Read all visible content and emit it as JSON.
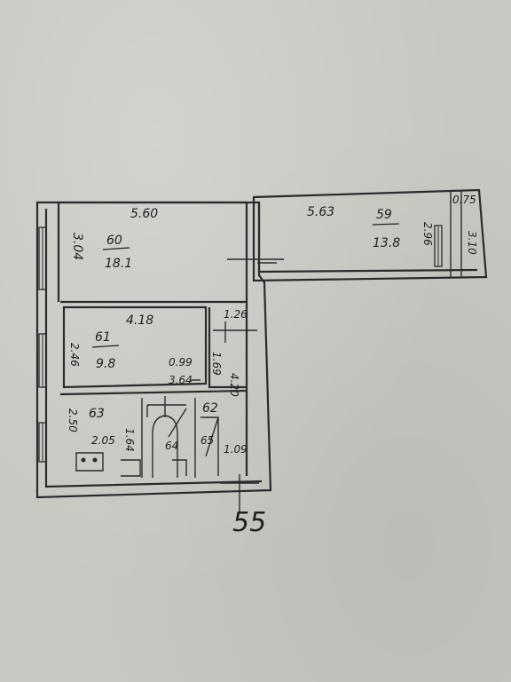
{
  "plan": {
    "room_59": {
      "number": "59",
      "area": "13.8",
      "length": "5.63",
      "width_right": "2.96",
      "outer_right": "3.10",
      "corner": "0.75"
    },
    "room_60": {
      "number": "60",
      "area": "18.1",
      "length": "5.60",
      "width_left": "3.04"
    },
    "room_61": {
      "number": "61",
      "area": "9.8",
      "length": "4.18",
      "width_left": "2.46"
    },
    "closet": {
      "dim_a": "0.99",
      "area": "3.64",
      "dim_b": "1.69",
      "dim_top": "1.26"
    },
    "room_63": {
      "number": "63",
      "dim_left": "2.50",
      "dim_a": "2.05",
      "dim_b": "1.64"
    },
    "room_62": {
      "number": "62",
      "dim": "4.20"
    },
    "room_64": {
      "number": "64"
    },
    "room_65": {
      "number": "65"
    },
    "dim_right": "1.09",
    "apartment_number": "55"
  }
}
